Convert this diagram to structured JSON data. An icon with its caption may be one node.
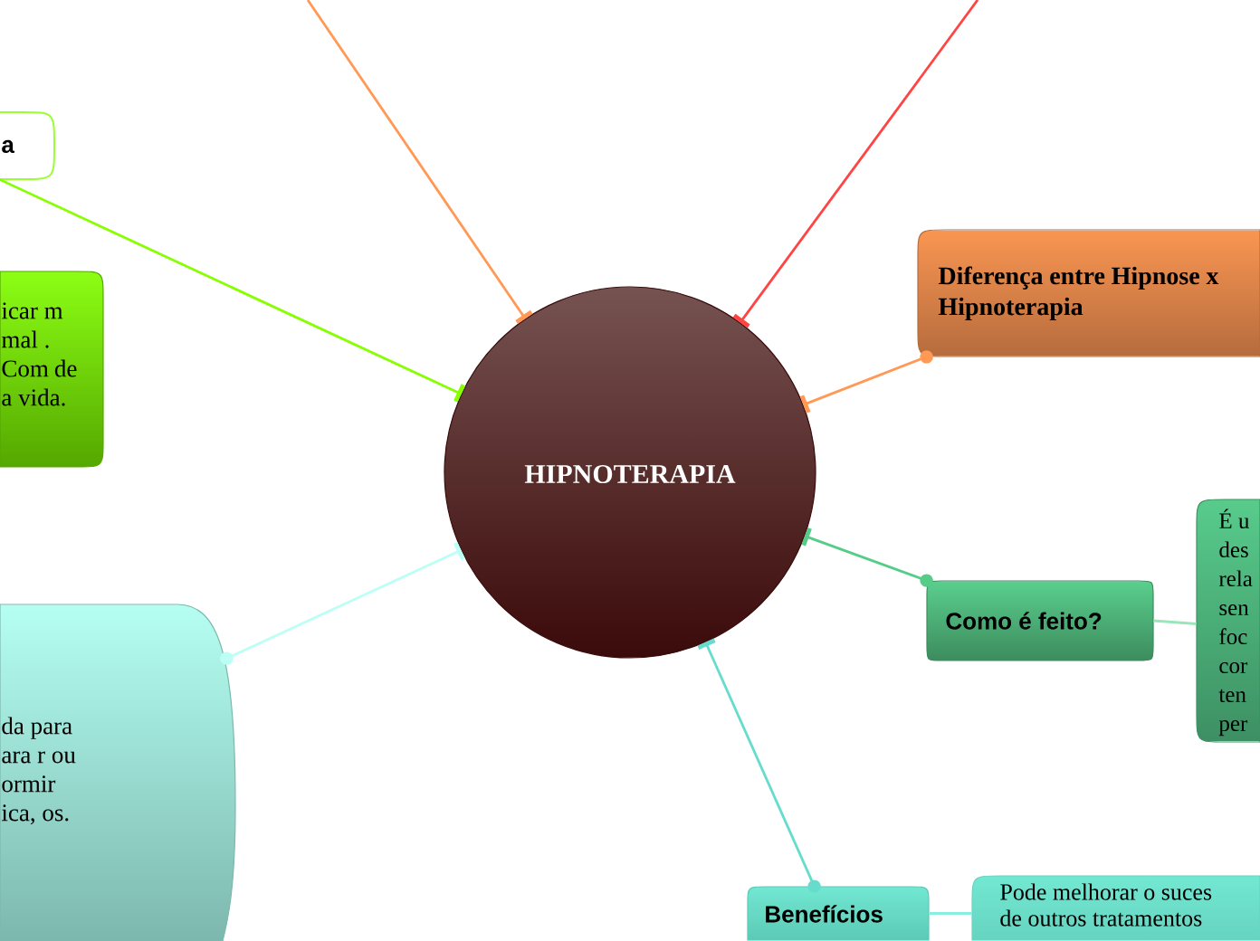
{
  "diagram": {
    "nodes": [
      {
        "text": [
          "HIPNOTERAPIA"
        ]
      },
      {
        "text": [
          "a"
        ]
      },
      {
        "text": [
          "icar m mal . Com de a vida."
        ]
      },
      {
        "text": [
          "Diferença entre Hipnose x Hipnoterapia"
        ]
      },
      {
        "text": [
          "Como é feito?"
        ]
      },
      {
        "text": [
          "É u des rela sen foc cor ten per"
        ]
      },
      {
        "text": [
          "da para ara r ou ormir ica, os."
        ]
      },
      {
        "text": [
          "Benefícios"
        ]
      },
      {
        "text": [
          "Pode melhorar o suces de outros tratamentos"
        ]
      }
    ],
    "edges": [
      {
        "from": null,
        "to": 0,
        "arrow": "other",
        "color": "#ff9955"
      },
      {
        "from": null,
        "to": 0,
        "arrow": "other",
        "color": "#ff4444"
      },
      {
        "from": 1,
        "to": 0,
        "arrow": "other",
        "color": "#88ff00"
      },
      {
        "from": 3,
        "to": 0,
        "arrow": "other",
        "color": "#ff9955"
      },
      {
        "from": 4,
        "to": 0,
        "arrow": "other",
        "color": "#55cc88"
      },
      {
        "from": 4,
        "to": 5,
        "arrow": "none",
        "color": "#99e6bb"
      },
      {
        "from": 6,
        "to": 0,
        "arrow": "other",
        "color": "#bbfff5"
      },
      {
        "from": 7,
        "to": 0,
        "arrow": "other",
        "color": "#66ddcc"
      },
      {
        "from": 7,
        "to": 8,
        "arrow": "none",
        "color": "#88eedd"
      }
    ]
  }
}
